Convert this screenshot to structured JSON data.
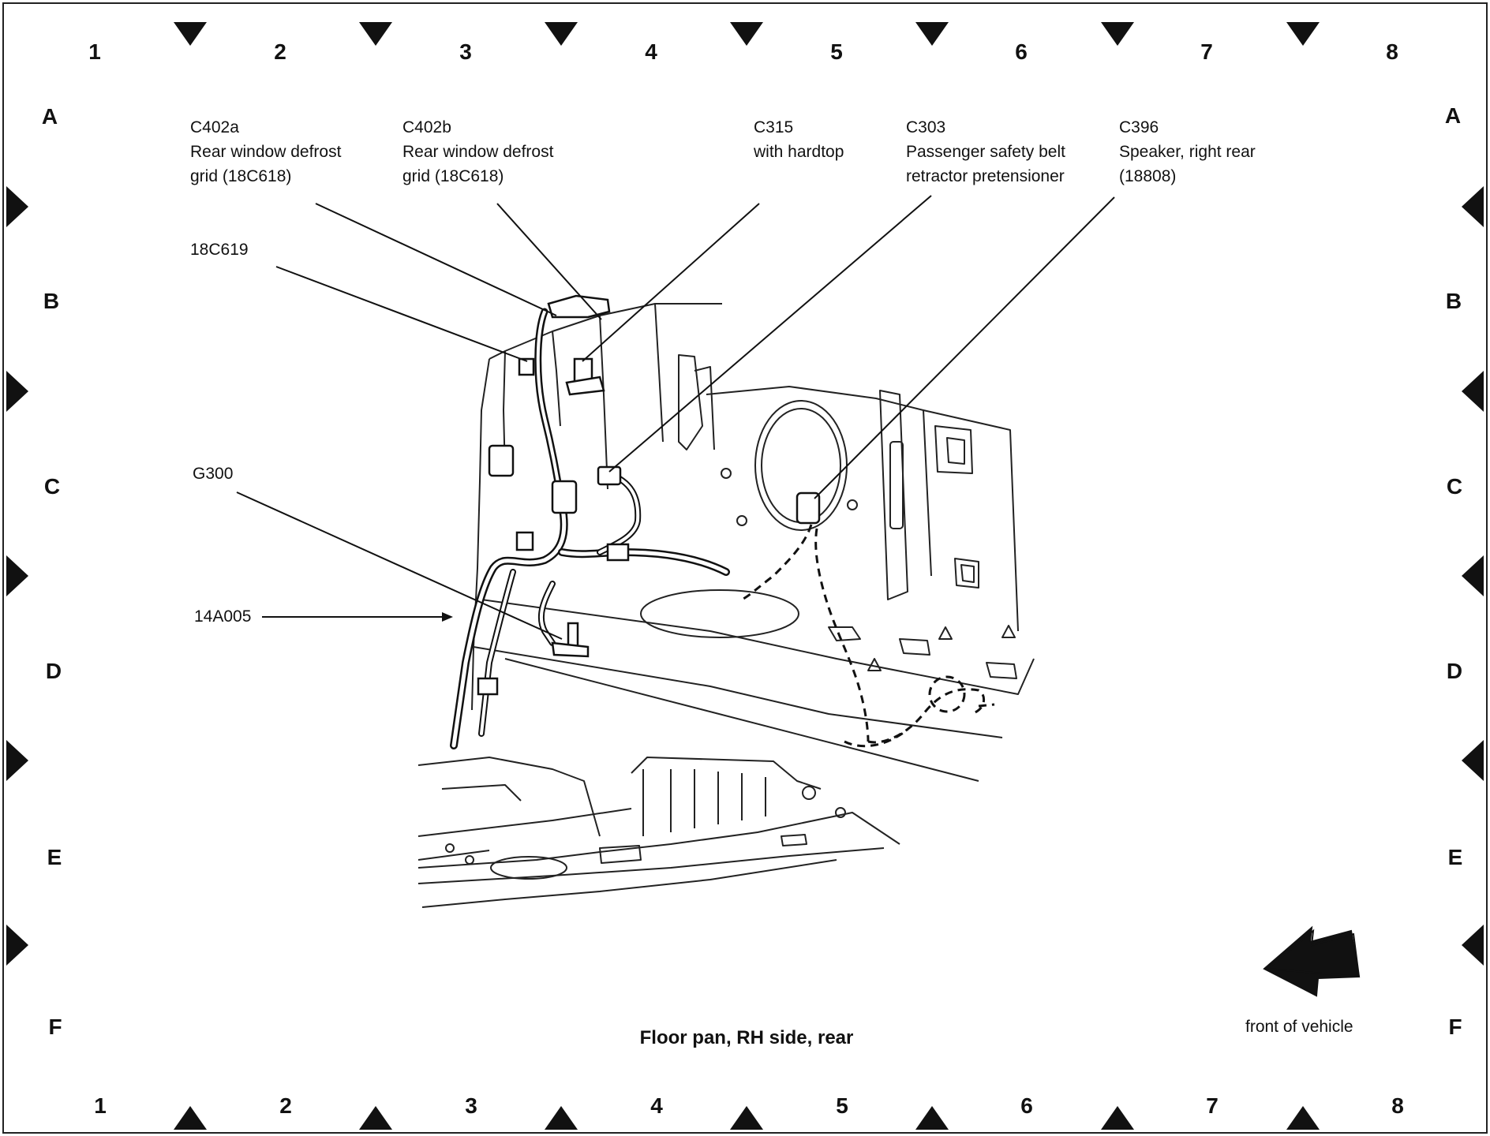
{
  "columns": [
    "1",
    "2",
    "3",
    "4",
    "5",
    "6",
    "7",
    "8"
  ],
  "rows": [
    "A",
    "B",
    "C",
    "D",
    "E",
    "F"
  ],
  "callouts": {
    "c402a": {
      "code": "C402a",
      "lines": [
        "Rear window defrost",
        "grid (18C618)"
      ]
    },
    "c402b": {
      "code": "C402b",
      "lines": [
        "Rear window defrost",
        "grid (18C618)"
      ]
    },
    "c315": {
      "code": "C315",
      "lines": [
        "with hardtop"
      ]
    },
    "c303": {
      "code": "C303",
      "lines": [
        "Passenger safety belt",
        "retractor pretensioner"
      ]
    },
    "c396": {
      "code": "C396",
      "lines": [
        "Speaker, right rear",
        "(18808)"
      ]
    },
    "c18c619": {
      "code": "18C619",
      "lines": []
    },
    "g300": {
      "code": "G300",
      "lines": []
    },
    "c14a005": {
      "code": "14A005",
      "lines": []
    }
  },
  "title": "Floor pan, RH side, rear",
  "front_label": "front of vehicle"
}
